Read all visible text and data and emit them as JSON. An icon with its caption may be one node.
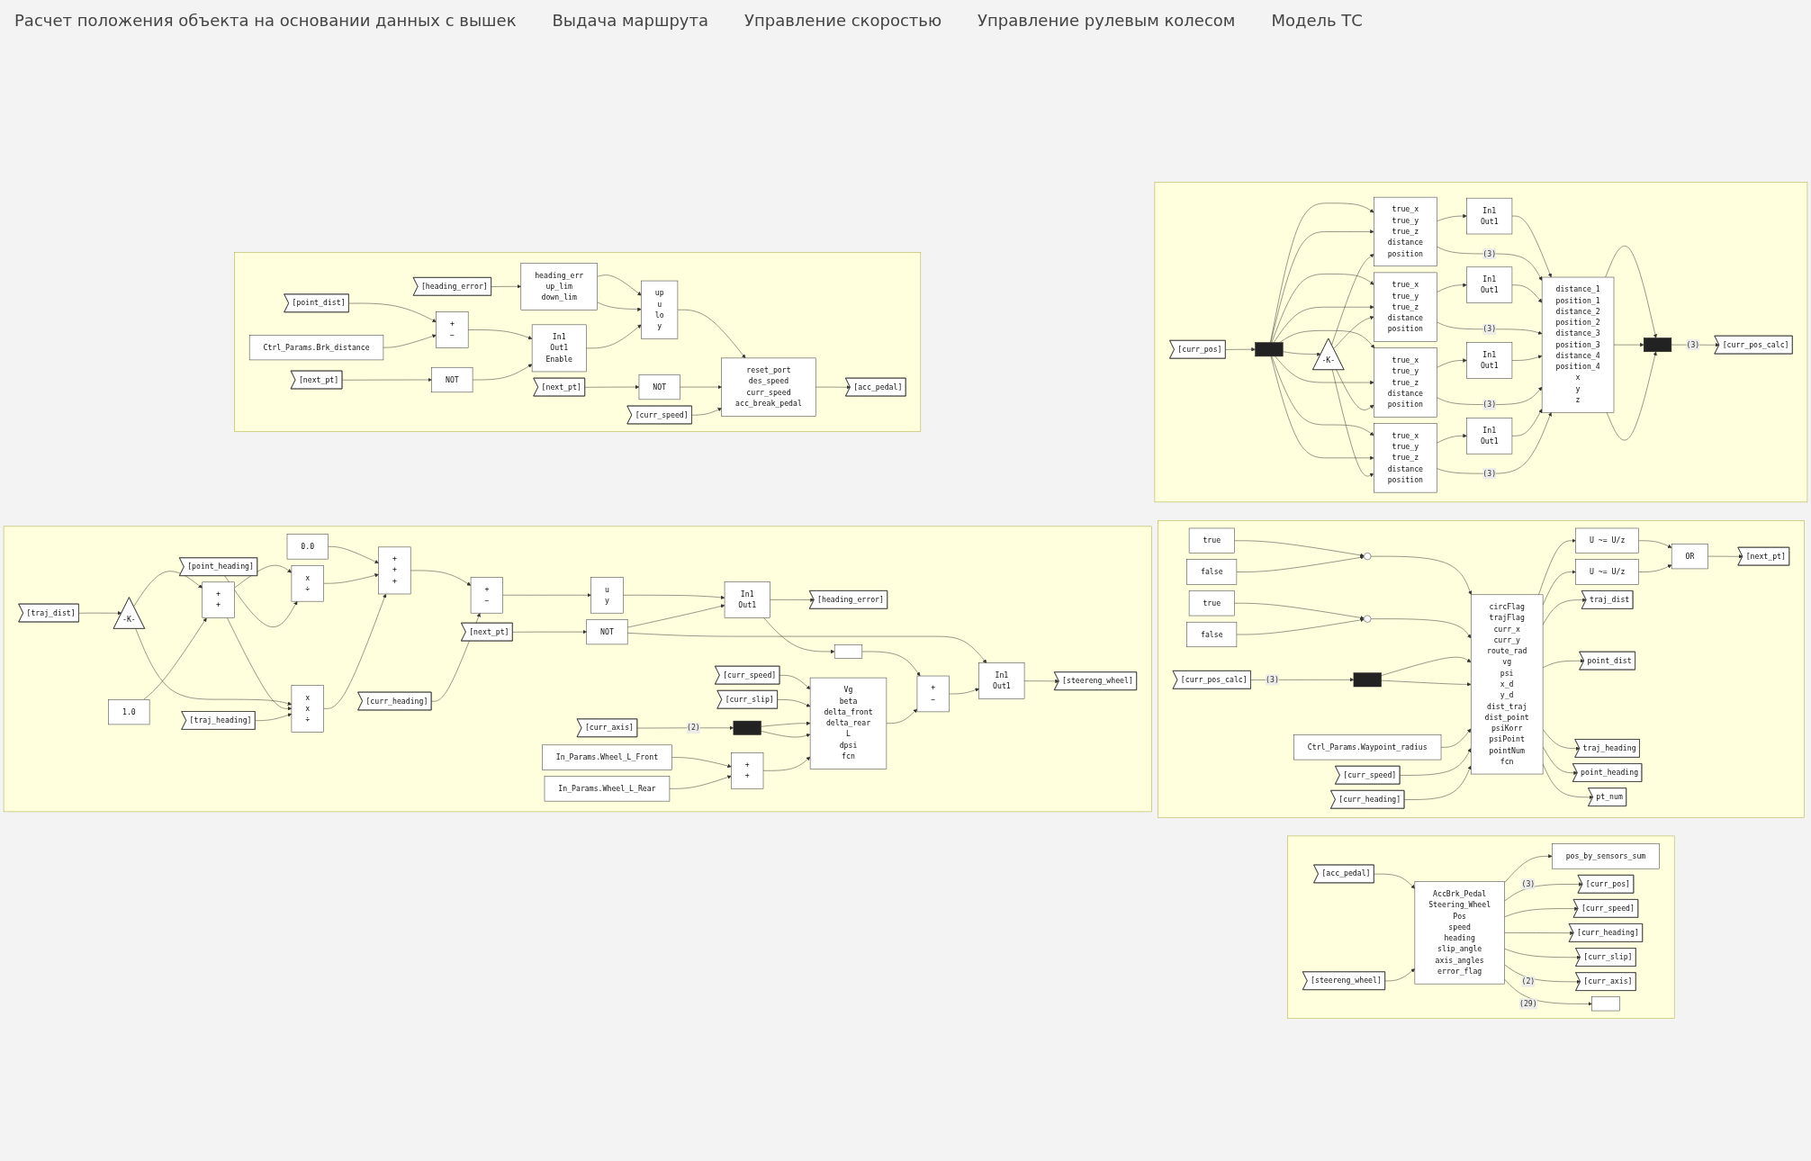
{
  "diagram": {
    "nodes": [
      {
        "text": [
          "[curr_pos]"
        ]
      },
      {
        "text": [],
        "shape": "bar"
      },
      {
        "text": [
          "-K-"
        ]
      },
      {
        "text": [
          "true_x",
          "true_y",
          "true_z",
          "distance",
          "position"
        ]
      },
      {
        "text": [
          "In1",
          "Out1"
        ]
      },
      {
        "text": [
          "true_x",
          "true_y",
          "true_z",
          "distance",
          "position"
        ]
      },
      {
        "text": [
          "In1",
          "Out1"
        ]
      },
      {
        "text": [
          "true_x",
          "true_y",
          "true_z",
          "distance",
          "position"
        ]
      },
      {
        "text": [
          "In1",
          "Out1"
        ]
      },
      {
        "text": [
          "true_x",
          "true_y",
          "true_z",
          "distance",
          "position"
        ]
      },
      {
        "text": [
          "In1",
          "Out1"
        ]
      },
      {
        "text": [
          "distance_1",
          "position_1",
          "distance_2",
          "position_2",
          "distance_3",
          "position_3",
          "distance_4",
          "position_4",
          "x",
          "y",
          "z"
        ]
      },
      {
        "text": [],
        "shape": "bar"
      },
      {
        "text": [
          "[curr_pos_calc]"
        ]
      },
      {
        "text": [
          "true"
        ]
      },
      {
        "text": [
          "false"
        ]
      },
      {
        "text": [
          "true"
        ]
      },
      {
        "text": [
          "false"
        ]
      },
      {
        "text": [],
        "shape": "switch"
      },
      {
        "text": [],
        "shape": "switch"
      },
      {
        "text": [
          "[curr_pos_calc]"
        ]
      },
      {
        "text": [],
        "shape": "bar"
      },
      {
        "text": [
          "Ctrl_Params.Waypoint_radius"
        ]
      },
      {
        "text": [
          "[curr_speed]"
        ]
      },
      {
        "text": [
          "[curr_heading]"
        ]
      },
      {
        "text": [
          "circFlag",
          "trajFlag",
          "curr_x",
          "curr_y",
          "route_rad",
          "vg",
          "psi",
          "x_d",
          "y_d",
          "dist_traj",
          "dist_point",
          "psiKorr",
          "psiPoint",
          "pointNum",
          "fcn"
        ]
      },
      {
        "text": [
          "U ~= U/z"
        ]
      },
      {
        "text": [
          "U ~= U/z"
        ]
      },
      {
        "text": [
          "OR"
        ]
      },
      {
        "text": [
          "[next_pt]"
        ]
      },
      {
        "text": [
          "traj_dist"
        ]
      },
      {
        "text": [
          "point_dist"
        ]
      },
      {
        "text": [
          "traj_heading"
        ]
      },
      {
        "text": [
          "point_heading"
        ]
      },
      {
        "text": [
          "pt_num"
        ]
      },
      {
        "text": [
          "[heading_error]"
        ]
      },
      {
        "text": [
          "heading_err",
          "up_lim",
          "down_lim"
        ]
      },
      {
        "text": [
          "[point_dist]"
        ]
      },
      {
        "text": [
          "Ctrl_Params.Brk_distance"
        ]
      },
      {
        "text": [
          "+",
          "−"
        ]
      },
      {
        "text": [
          "In1",
          "Out1",
          "Enable"
        ]
      },
      {
        "text": [
          "[next_pt]"
        ]
      },
      {
        "text": [
          "NOT"
        ]
      },
      {
        "text": [
          "up",
          "u",
          "lo",
          "y"
        ]
      },
      {
        "text": [
          "[next_pt]"
        ]
      },
      {
        "text": [
          "NOT"
        ]
      },
      {
        "text": [
          "reset_port",
          "des_speed",
          "curr_speed",
          "acc_break_pedal"
        ]
      },
      {
        "text": [
          "[curr_speed]"
        ]
      },
      {
        "text": [
          "[acc_pedal]"
        ]
      },
      {
        "text": [
          "[acc_pedal]"
        ]
      },
      {
        "text": [
          "[steereng_wheel]"
        ]
      },
      {
        "text": [
          "AccBrk_Pedal",
          "Steering_Wheel",
          "Pos",
          "speed",
          "heading",
          "slip_angle",
          "axis_angles",
          "error_flag"
        ]
      },
      {
        "text": [
          "pos_by_sensors_sum"
        ]
      },
      {
        "text": [
          "[curr_pos]"
        ]
      },
      {
        "text": [
          "[curr_speed]"
        ]
      },
      {
        "text": [
          "[curr_heading]"
        ]
      },
      {
        "text": [
          "[curr_slip]"
        ]
      },
      {
        "text": [
          "[curr_axis]"
        ]
      },
      {
        "text": [],
        "shape": "box"
      },
      {
        "text": [
          "[traj_dist]"
        ]
      },
      {
        "text": [
          "-K-"
        ]
      },
      {
        "text": [
          "1.0"
        ]
      },
      {
        "text": [
          "+",
          "+"
        ]
      },
      {
        "text": [
          "0.0"
        ]
      },
      {
        "text": [
          "[point_heading]"
        ]
      },
      {
        "text": [
          "x",
          "÷"
        ]
      },
      {
        "text": [
          "[traj_heading]"
        ]
      },
      {
        "text": [
          "x",
          "x",
          "÷"
        ]
      },
      {
        "text": [
          "+",
          "+",
          "+"
        ]
      },
      {
        "text": [
          "+",
          "−"
        ]
      },
      {
        "text": [
          "[curr_heading]"
        ]
      },
      {
        "text": [
          "u",
          "y"
        ]
      },
      {
        "text": [
          "[next_pt]"
        ]
      },
      {
        "text": [
          "NOT"
        ]
      },
      {
        "text": [
          "In1",
          "Out1"
        ]
      },
      {
        "text": [
          "[heading_error]"
        ]
      },
      {
        "text": [],
        "shape": "box"
      },
      {
        "text": [
          "+",
          "−"
        ]
      },
      {
        "text": [
          "In1",
          "Out1"
        ]
      },
      {
        "text": [
          "[steereng_wheel]"
        ]
      },
      {
        "text": [
          "[curr_speed]"
        ]
      },
      {
        "text": [
          "[curr_slip]"
        ]
      },
      {
        "text": [
          "[curr_axis]"
        ]
      },
      {
        "text": [],
        "shape": "bar"
      },
      {
        "text": [
          "In_Params.Wheel_L_Front"
        ]
      },
      {
        "text": [
          "In_Params.Wheel_L_Rear"
        ]
      },
      {
        "text": [
          "+",
          "+"
        ]
      },
      {
        "text": [
          "Vg",
          "beta",
          "delta_front",
          "delta_rear",
          "L",
          "dpsi",
          "fcn"
        ]
      }
    ],
    "edges": [
      {
        "from": 0,
        "to": 1,
        "arrow": "to"
      },
      {
        "from": 1,
        "to": 3,
        "arrow": "to"
      },
      {
        "from": 1,
        "to": 5,
        "arrow": "to"
      },
      {
        "from": 1,
        "to": 7,
        "arrow": "to"
      },
      {
        "from": 1,
        "to": 9,
        "arrow": "to"
      },
      {
        "from": 1,
        "to": 3,
        "arrow": "to"
      },
      {
        "from": 1,
        "to": 5,
        "arrow": "to"
      },
      {
        "from": 1,
        "to": 7,
        "arrow": "to"
      },
      {
        "from": 1,
        "to": 9,
        "arrow": "to"
      },
      {
        "from": 1,
        "to": 2,
        "arrow": "to"
      },
      {
        "from": 2,
        "to": 3,
        "arrow": "to"
      },
      {
        "from": 2,
        "to": 5,
        "arrow": "to"
      },
      {
        "from": 2,
        "to": 7,
        "arrow": "to"
      },
      {
        "from": 2,
        "to": 9,
        "arrow": "to"
      },
      {
        "from": 3,
        "to": 4,
        "arrow": "to"
      },
      {
        "from": 4,
        "to": 11,
        "arrow": "to"
      },
      {
        "from": 3,
        "to": 11,
        "arrow": "to",
        "label": "(3)"
      },
      {
        "from": 5,
        "to": 6,
        "arrow": "to"
      },
      {
        "from": 6,
        "to": 11,
        "arrow": "to"
      },
      {
        "from": 5,
        "to": 11,
        "arrow": "to",
        "label": "(3)"
      },
      {
        "from": 7,
        "to": 8,
        "arrow": "to"
      },
      {
        "from": 8,
        "to": 11,
        "arrow": "to"
      },
      {
        "from": 7,
        "to": 11,
        "arrow": "to",
        "label": "(3)"
      },
      {
        "from": 9,
        "to": 10,
        "arrow": "to"
      },
      {
        "from": 10,
        "to": 11,
        "arrow": "to"
      },
      {
        "from": 9,
        "to": 11,
        "arrow": "to",
        "label": "(3)"
      },
      {
        "from": 11,
        "to": 12,
        "arrow": "to"
      },
      {
        "from": 11,
        "to": 12,
        "arrow": "to"
      },
      {
        "from": 11,
        "to": 12,
        "arrow": "to"
      },
      {
        "from": 12,
        "to": 13,
        "arrow": "to",
        "label": "(3)"
      },
      {
        "from": 14,
        "to": 18,
        "arrow": "to"
      },
      {
        "from": 15,
        "to": 18,
        "arrow": "to"
      },
      {
        "from": 18,
        "to": 25,
        "arrow": "to"
      },
      {
        "from": 16,
        "to": 19,
        "arrow": "to"
      },
      {
        "from": 17,
        "to": 19,
        "arrow": "to"
      },
      {
        "from": 19,
        "to": 25,
        "arrow": "to"
      },
      {
        "from": 20,
        "to": 21,
        "arrow": "to",
        "label": "(3)"
      },
      {
        "from": 21,
        "to": 25,
        "arrow": "to"
      },
      {
        "from": 21,
        "to": 25,
        "arrow": "to"
      },
      {
        "from": 22,
        "to": 25,
        "arrow": "to"
      },
      {
        "from": 23,
        "to": 25,
        "arrow": "to"
      },
      {
        "from": 24,
        "to": 25,
        "arrow": "to"
      },
      {
        "from": 25,
        "to": 26,
        "arrow": "to"
      },
      {
        "from": 25,
        "to": 27,
        "arrow": "to"
      },
      {
        "from": 26,
        "to": 28,
        "arrow": "to"
      },
      {
        "from": 27,
        "to": 28,
        "arrow": "to"
      },
      {
        "from": 28,
        "to": 29,
        "arrow": "to"
      },
      {
        "from": 25,
        "to": 30,
        "arrow": "to"
      },
      {
        "from": 25,
        "to": 31,
        "arrow": "to"
      },
      {
        "from": 25,
        "to": 32,
        "arrow": "to"
      },
      {
        "from": 25,
        "to": 33,
        "arrow": "to"
      },
      {
        "from": 25,
        "to": 34,
        "arrow": "to"
      },
      {
        "from": 35,
        "to": 36,
        "arrow": "to"
      },
      {
        "from": 37,
        "to": 39,
        "arrow": "to"
      },
      {
        "from": 38,
        "to": 39,
        "arrow": "to"
      },
      {
        "from": 39,
        "to": 40,
        "arrow": "to"
      },
      {
        "from": 41,
        "to": 42,
        "arrow": "to"
      },
      {
        "from": 42,
        "to": 40,
        "arrow": "to"
      },
      {
        "from": 36,
        "to": 43,
        "arrow": "to"
      },
      {
        "from": 40,
        "to": 43,
        "arrow": "to"
      },
      {
        "from": 36,
        "to": 43,
        "arrow": "to"
      },
      {
        "from": 44,
        "to": 45,
        "arrow": "to"
      },
      {
        "from": 45,
        "to": 46,
        "arrow": "to"
      },
      {
        "from": 43,
        "to": 46,
        "arrow": "to"
      },
      {
        "from": 47,
        "to": 46,
        "arrow": "to"
      },
      {
        "from": 46,
        "to": 48,
        "arrow": "to"
      },
      {
        "from": 49,
        "to": 51,
        "arrow": "to"
      },
      {
        "from": 50,
        "to": 51,
        "arrow": "to"
      },
      {
        "from": 51,
        "to": 52,
        "arrow": "to"
      },
      {
        "from": 51,
        "to": 53,
        "arrow": "to",
        "label": "(3)"
      },
      {
        "from": 51,
        "to": 54,
        "arrow": "to"
      },
      {
        "from": 51,
        "to": 55,
        "arrow": "to"
      },
      {
        "from": 51,
        "to": 56,
        "arrow": "to"
      },
      {
        "from": 51,
        "to": 57,
        "arrow": "to",
        "label": "(2)"
      },
      {
        "from": 51,
        "to": 58,
        "arrow": "to",
        "label": "(29)"
      },
      {
        "from": 59,
        "to": 60,
        "arrow": "to"
      },
      {
        "from": 60,
        "to": 62,
        "arrow": "to"
      },
      {
        "from": 61,
        "to": 62,
        "arrow": "to"
      },
      {
        "from": 60,
        "to": 67,
        "arrow": "to"
      },
      {
        "from": 62,
        "to": 65,
        "arrow": "to"
      },
      {
        "from": 62,
        "to": 67,
        "arrow": "to"
      },
      {
        "from": 64,
        "to": 65,
        "arrow": "to"
      },
      {
        "from": 66,
        "to": 67,
        "arrow": "to"
      },
      {
        "from": 63,
        "to": 68,
        "arrow": "to"
      },
      {
        "from": 65,
        "to": 68,
        "arrow": "to"
      },
      {
        "from": 67,
        "to": 68,
        "arrow": "to"
      },
      {
        "from": 68,
        "to": 69,
        "arrow": "to"
      },
      {
        "from": 70,
        "to": 69,
        "arrow": "to"
      },
      {
        "from": 69,
        "to": 71,
        "arrow": "to"
      },
      {
        "from": 71,
        "to": 74,
        "arrow": "to"
      },
      {
        "from": 72,
        "to": 73,
        "arrow": "to"
      },
      {
        "from": 73,
        "to": 74,
        "arrow": "to"
      },
      {
        "from": 73,
        "to": 78,
        "arrow": "to"
      },
      {
        "from": 74,
        "to": 75,
        "arrow": "to"
      },
      {
        "from": 74,
        "to": 76,
        "arrow": "to"
      },
      {
        "from": 76,
        "to": 77,
        "arrow": "to"
      },
      {
        "from": 87,
        "to": 77,
        "arrow": "to"
      },
      {
        "from": 77,
        "to": 78,
        "arrow": "to"
      },
      {
        "from": 78,
        "to": 79,
        "arrow": "to"
      },
      {
        "from": 80,
        "to": 87,
        "arrow": "to"
      },
      {
        "from": 81,
        "to": 87,
        "arrow": "to"
      },
      {
        "from": 82,
        "to": 83,
        "arrow": "to",
        "label": "(2)"
      },
      {
        "from": 83,
        "to": 87,
        "arrow": "to"
      },
      {
        "from": 83,
        "to": 87,
        "arrow": "to"
      },
      {
        "from": 84,
        "to": 86,
        "arrow": "to"
      },
      {
        "from": 85,
        "to": 86,
        "arrow": "to"
      },
      {
        "from": 86,
        "to": 87,
        "arrow": "to"
      }
    ],
    "labels": [
      "Расчет положения объекта на основании данных с вышек",
      "Выдача маршрута",
      "Управление скоростью",
      "Управление рулевым колесом",
      "Модель ТС"
    ]
  }
}
